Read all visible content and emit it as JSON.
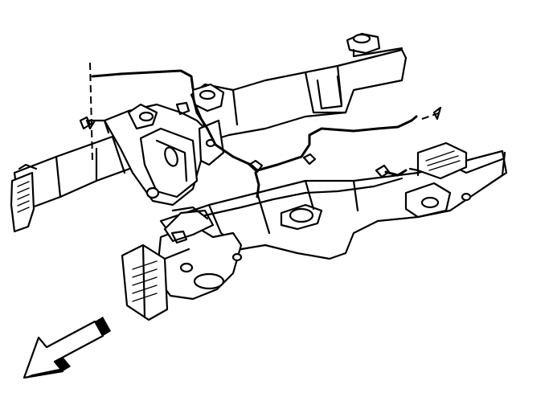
{
  "diagram": {
    "background": "#ffffff",
    "ink": "#000000",
    "components": [
      "frame-rail-left",
      "frame-rail-right",
      "crossmember",
      "front-bumper-mount",
      "bracket-plate",
      "brake-line-routing",
      "electronic-module",
      "vehicle-front-arrow"
    ],
    "arrow_icon": "front-direction-arrow-icon"
  }
}
